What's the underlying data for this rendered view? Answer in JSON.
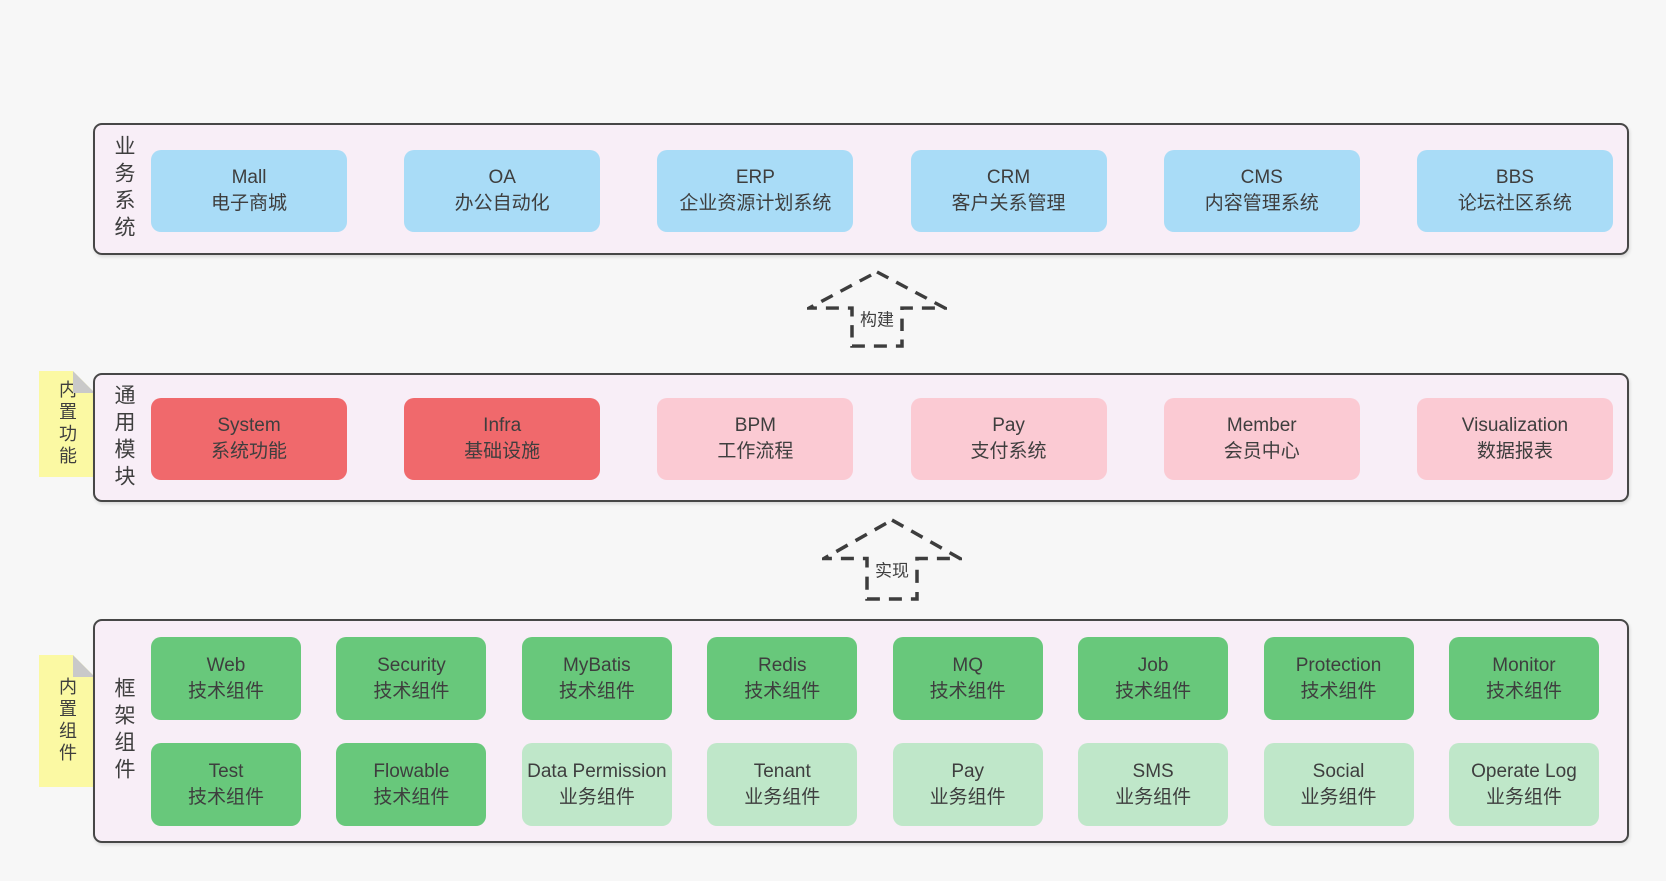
{
  "palette": {
    "page_bg": "#f7f7f7",
    "layer_bg": "#f8eef7",
    "layer_border": "#474747",
    "business_system_box": "#a9dcf7",
    "core_module_box": "#f0696c",
    "optional_module_box": "#fbcad3",
    "tech_component_box": "#68c87b",
    "biz_component_box": "#bfe7c9",
    "sticky_tab": "#fbf9a3",
    "fold_corner": "#c9c9c9",
    "text": "#3e3e3e"
  },
  "sticky_tabs": [
    {
      "label": "内置功能"
    },
    {
      "label": "内置组件"
    }
  ],
  "arrows": [
    {
      "label": "构建"
    },
    {
      "label": "实现"
    }
  ],
  "layers": [
    {
      "label": "业务系统",
      "items": [
        {
          "name": "Mall",
          "desc": "电子商城"
        },
        {
          "name": "OA",
          "desc": "办公自动化"
        },
        {
          "name": "ERP",
          "desc": "企业资源计划系统"
        },
        {
          "name": "CRM",
          "desc": "客户关系管理"
        },
        {
          "name": "CMS",
          "desc": "内容管理系统"
        },
        {
          "name": "BBS",
          "desc": "论坛社区系统"
        }
      ]
    },
    {
      "label": "通用模块",
      "items": [
        {
          "name": "System",
          "desc": "系统功能"
        },
        {
          "name": "Infra",
          "desc": "基础设施"
        },
        {
          "name": "BPM",
          "desc": "工作流程"
        },
        {
          "name": "Pay",
          "desc": "支付系统"
        },
        {
          "name": "Member",
          "desc": "会员中心"
        },
        {
          "name": "Visualization",
          "desc": "数据报表"
        }
      ]
    },
    {
      "label": "框架组件",
      "rows": [
        [
          {
            "name": "Web",
            "desc": "技术组件"
          },
          {
            "name": "Security",
            "desc": "技术组件"
          },
          {
            "name": "MyBatis",
            "desc": "技术组件"
          },
          {
            "name": "Redis",
            "desc": "技术组件"
          },
          {
            "name": "MQ",
            "desc": "技术组件"
          },
          {
            "name": "Job",
            "desc": "技术组件"
          },
          {
            "name": "Protection",
            "desc": "技术组件"
          },
          {
            "name": "Monitor",
            "desc": "技术组件"
          }
        ],
        [
          {
            "name": "Test",
            "desc": "技术组件"
          },
          {
            "name": "Flowable",
            "desc": "技术组件"
          },
          {
            "name": "Data Permission",
            "desc": "业务组件"
          },
          {
            "name": "Tenant",
            "desc": "业务组件"
          },
          {
            "name": "Pay",
            "desc": "业务组件"
          },
          {
            "name": "SMS",
            "desc": "业务组件"
          },
          {
            "name": "Social",
            "desc": "业务组件"
          },
          {
            "name": "Operate Log",
            "desc": "业务组件"
          }
        ]
      ]
    }
  ]
}
